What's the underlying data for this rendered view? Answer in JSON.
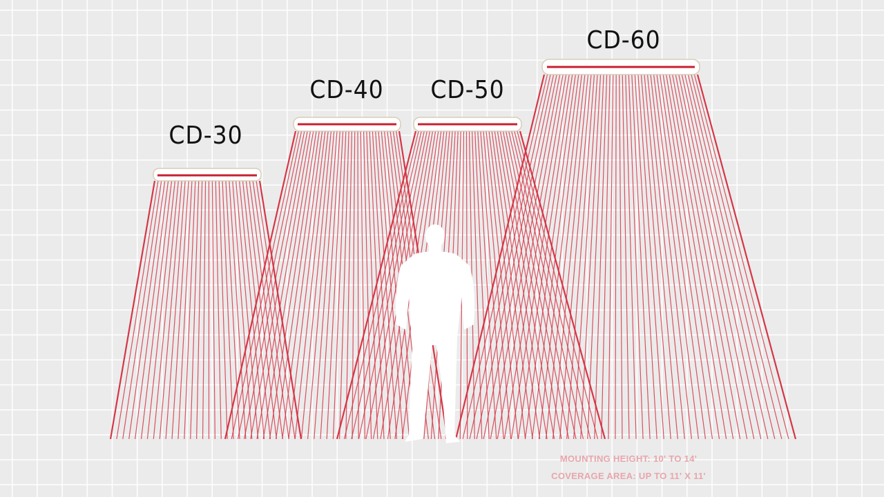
{
  "colors": {
    "background": "#ebebeb",
    "grid": "#ffffff",
    "beam": "#d63545",
    "heater_body": "#ffffff",
    "heater_rail": "#c7202f",
    "silhouette": "#ffffff",
    "note_text": "#e8a6ac"
  },
  "models": [
    {
      "name": "CD-30"
    },
    {
      "name": "CD-40"
    },
    {
      "name": "CD-50"
    },
    {
      "name": "CD-60"
    }
  ],
  "notes": {
    "mounting_height": "MOUNTING HEIGHT: 10' TO 14'",
    "coverage_area": "COVERAGE AREA: UP TO 11' X 11'"
  },
  "icons": {
    "person": "person-silhouette-icon"
  }
}
